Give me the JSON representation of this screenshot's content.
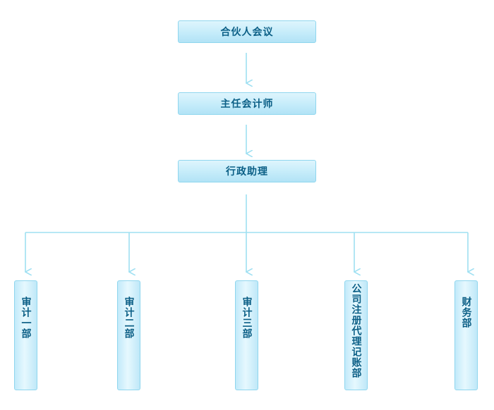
{
  "diagram": {
    "top_nodes": [
      {
        "id": "partners_meeting",
        "label": "合伙人会议"
      },
      {
        "id": "chief_accountant",
        "label": "主任会计师"
      },
      {
        "id": "admin_assistant",
        "label": "行政助理"
      }
    ],
    "departments": [
      {
        "id": "audit_1",
        "label": "审计一部"
      },
      {
        "id": "audit_2",
        "label": "审计二部"
      },
      {
        "id": "audit_3",
        "label": "审计三部"
      },
      {
        "id": "registration_agency",
        "label": "公司注册代理记账部"
      },
      {
        "id": "finance",
        "label": "财务部"
      }
    ],
    "colors": {
      "box_border": "#8fd6ee",
      "box_fill": "#c5ecfa",
      "text": "#0b5f86",
      "connector": "#9fe0f2"
    }
  }
}
